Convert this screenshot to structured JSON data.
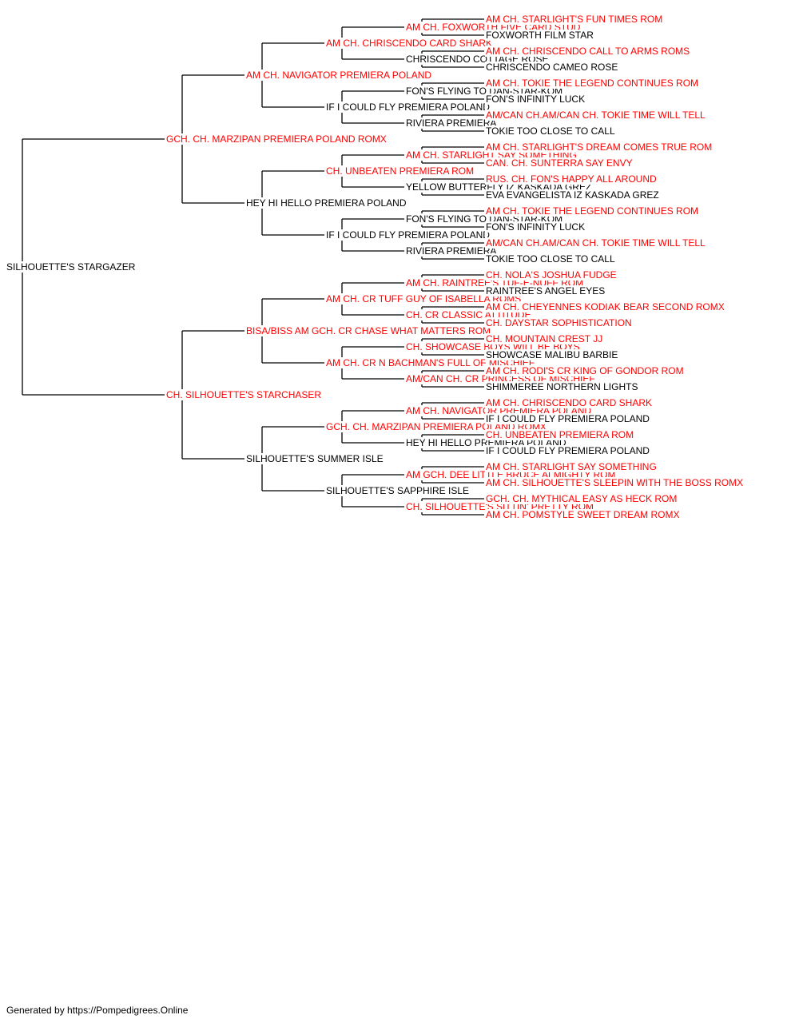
{
  "colors": {
    "champion": "#ff0000",
    "normal": "#000000",
    "line": "#000000"
  },
  "pedigree": {
    "name": "SILHOUETTE'S STARGAZER",
    "champion": false,
    "sire": {
      "name": "GCH. CH. MARZIPAN PREMIERA POLAND ROMX",
      "champion": true,
      "sire": {
        "name": "AM CH. NAVIGATOR PREMIERA POLAND",
        "champion": true,
        "sire": {
          "name": "AM CH. CHRISCENDO CARD SHARK",
          "champion": true,
          "sire": {
            "name": "AM CH. FOXWORTH FIVE CARD STUD",
            "champion": true,
            "sire": {
              "name": "AM CH. STARLIGHT'S FUN TIMES ROM",
              "champion": true
            },
            "dam": {
              "name": "FOXWORTH FILM STAR",
              "champion": false
            }
          },
          "dam": {
            "name": "CHRISCENDO COTTAGE ROSE",
            "champion": false,
            "sire": {
              "name": "AM CH. CHRISCENDO CALL TO ARMS ROMS",
              "champion": true
            },
            "dam": {
              "name": "CHRISCENDO CAMEO ROSE",
              "champion": false
            }
          }
        },
        "dam": {
          "name": "IF I COULD FLY PREMIERA POLAND",
          "champion": false,
          "sire": {
            "name": "FON'S FLYING TO DAN-STAR-KOM",
            "champion": false,
            "sire": {
              "name": "AM CH. TOKIE THE LEGEND CONTINUES ROM",
              "champion": true
            },
            "dam": {
              "name": "FON'S INFINITY LUCK",
              "champion": false
            }
          },
          "dam": {
            "name": "RIVIERA PREMIERA",
            "champion": false,
            "sire": {
              "name": "AM/CAN CH.AM/CAN CH. TOKIE TIME WILL TELL",
              "champion": true
            },
            "dam": {
              "name": "TOKIE TOO CLOSE TO CALL",
              "champion": false
            }
          }
        }
      },
      "dam": {
        "name": "HEY HI HELLO PREMIERA POLAND",
        "champion": false,
        "sire": {
          "name": "CH. UNBEATEN PREMIERA ROM",
          "champion": true,
          "sire": {
            "name": "AM CH. STARLIGHT SAY SOMETHING",
            "champion": true,
            "sire": {
              "name": "AM CH. STARLIGHT'S DREAM COMES TRUE ROM",
              "champion": true
            },
            "dam": {
              "name": "CAN. CH. SUNTERRA SAY ENVY",
              "champion": true
            }
          },
          "dam": {
            "name": "YELLOW BUTTERFLY IZ KASKADA GREZ",
            "champion": false,
            "sire": {
              "name": "RUS. CH. FON'S HAPPY ALL AROUND",
              "champion": true
            },
            "dam": {
              "name": "EVA EVANGELISTA IZ KASKADA GREZ",
              "champion": false
            }
          }
        },
        "dam": {
          "name": "IF I COULD FLY PREMIERA POLAND",
          "champion": false,
          "sire": {
            "name": "FON'S FLYING TO DAN-STAR-KOM",
            "champion": false,
            "sire": {
              "name": "AM CH. TOKIE THE LEGEND CONTINUES ROM",
              "champion": true
            },
            "dam": {
              "name": "FON'S INFINITY LUCK",
              "champion": false
            }
          },
          "dam": {
            "name": "RIVIERA PREMIERA",
            "champion": false,
            "sire": {
              "name": "AM/CAN CH.AM/CAN CH. TOKIE TIME WILL TELL",
              "champion": true
            },
            "dam": {
              "name": "TOKIE TOO CLOSE TO CALL",
              "champion": false
            }
          }
        }
      }
    },
    "dam": {
      "name": "CH. SILHOUETTE'S STARCHASER",
      "champion": true,
      "sire": {
        "name": "BISA/BISS AM GCH. CR CHASE WHAT MATTERS ROM",
        "champion": true,
        "sire": {
          "name": "AM CH. CR TUFF GUY OF ISABELLA ROMS",
          "champion": true,
          "sire": {
            "name": "AM CH. RAINTREE'S TUF-E-NUFF ROM",
            "champion": true,
            "sire": {
              "name": "CH. NOLA'S JOSHUA FUDGE",
              "champion": true
            },
            "dam": {
              "name": "RAINTREE'S ANGEL EYES",
              "champion": false
            }
          },
          "dam": {
            "name": "CH. CR CLASSIC ATTITUDE",
            "champion": true,
            "sire": {
              "name": "AM CH. CHEYENNES KODIAK BEAR SECOND ROMX",
              "champion": true
            },
            "dam": {
              "name": "CH. DAYSTAR SOPHISTICATION",
              "champion": true
            }
          }
        },
        "dam": {
          "name": "AM CH. CR N BACHMAN'S FULL OF MISCHIEF",
          "champion": true,
          "sire": {
            "name": "CH. SHOWCASE BOYS WILL BE BOYS",
            "champion": true,
            "sire": {
              "name": "CH. MOUNTAIN CREST JJ",
              "champion": true
            },
            "dam": {
              "name": "SHOWCASE MALIBU BARBIE",
              "champion": false
            }
          },
          "dam": {
            "name": "AM/CAN CH. CR PRINCESS OF MISCHIEF",
            "champion": true,
            "sire": {
              "name": "AM CH. RODI'S CR KING OF GONDOR ROM",
              "champion": true
            },
            "dam": {
              "name": "SHIMMEREE NORTHERN LIGHTS",
              "champion": false
            }
          }
        }
      },
      "dam": {
        "name": "SILHOUETTE'S SUMMER ISLE",
        "champion": false,
        "sire": {
          "name": "GCH. CH. MARZIPAN PREMIERA POLAND ROMX",
          "champion": true,
          "sire": {
            "name": "AM CH. NAVIGATOR PREMIERA POLAND",
            "champion": true,
            "sire": {
              "name": "AM CH. CHRISCENDO CARD SHARK",
              "champion": true
            },
            "dam": {
              "name": "IF I COULD FLY PREMIERA POLAND",
              "champion": false
            }
          },
          "dam": {
            "name": "HEY HI HELLO PREMIERA POLAND",
            "champion": false,
            "sire": {
              "name": "CH. UNBEATEN PREMIERA ROM",
              "champion": true
            },
            "dam": {
              "name": "IF I COULD FLY PREMIERA POLAND",
              "champion": false
            }
          }
        },
        "dam": {
          "name": "SILHOUETTE'S SAPPHIRE ISLE",
          "champion": false,
          "sire": {
            "name": "AM GCH. DEE LITTLE BRUCE ALMIGHTY ROM",
            "champion": true,
            "sire": {
              "name": "AM CH. STARLIGHT SAY SOMETHING",
              "champion": true
            },
            "dam": {
              "name": "AM CH. SILHOUETTE'S SLEEPIN WITH THE BOSS ROMX",
              "champion": true
            }
          },
          "dam": {
            "name": "CH. SILHOUETTE'S SITTIN' PRETTY ROM",
            "champion": true,
            "sire": {
              "name": "GCH. CH. MYTHICAL EASY AS HECK ROM",
              "champion": true
            },
            "dam": {
              "name": "AM CH. POMSTYLE SWEET DREAM ROMX",
              "champion": true
            }
          }
        }
      }
    }
  },
  "footer": "Generated by https://Pompedigrees.Online"
}
